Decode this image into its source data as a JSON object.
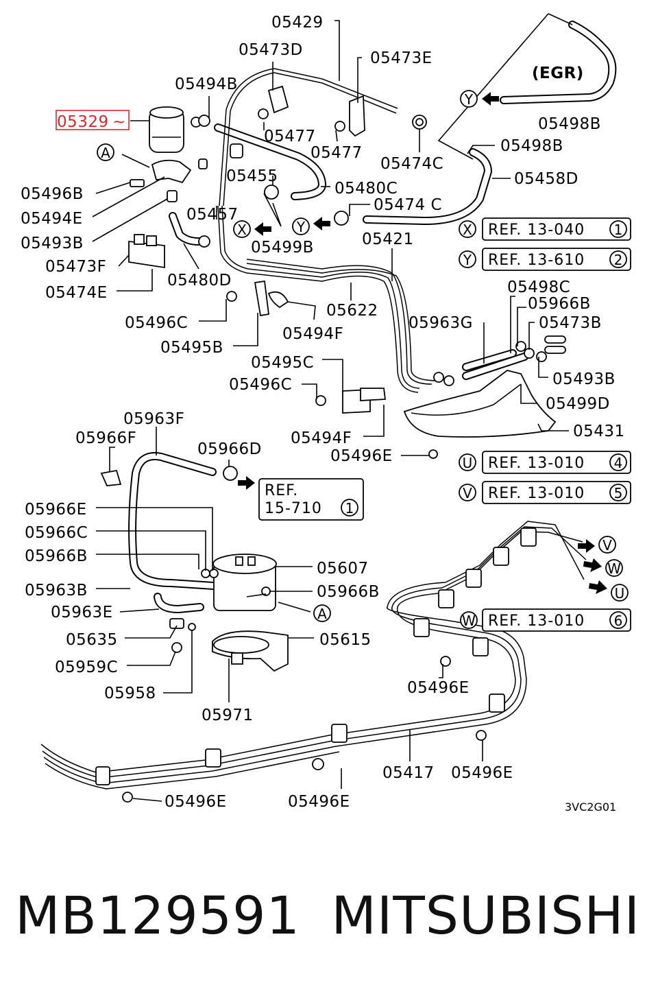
{
  "diagram": {
    "highlight_color": "#d9292f",
    "highlighted_part": "05329",
    "egr_label": "(EGR)",
    "code": "3VC2G01",
    "parts": [
      {
        "id": "p05429",
        "text": "05429"
      },
      {
        "id": "p05473D",
        "text": "05473D"
      },
      {
        "id": "p05473E",
        "text": "05473E"
      },
      {
        "id": "p05494B",
        "text": "05494B"
      },
      {
        "id": "p05477a",
        "text": "05477"
      },
      {
        "id": "p05477b",
        "text": "05477"
      },
      {
        "id": "p05498B1",
        "text": "05498B"
      },
      {
        "id": "p05498B2",
        "text": "05498B"
      },
      {
        "id": "p05474C1",
        "text": "05474C"
      },
      {
        "id": "p05455",
        "text": "05455"
      },
      {
        "id": "p05458D",
        "text": "05458D"
      },
      {
        "id": "p05496B",
        "text": "05496B"
      },
      {
        "id": "p05480C",
        "text": "05480C"
      },
      {
        "id": "p05494E",
        "text": "05494E"
      },
      {
        "id": "p05457",
        "text": "05457"
      },
      {
        "id": "p05474C2",
        "text": "05474 C"
      },
      {
        "id": "p05493B1",
        "text": "05493B"
      },
      {
        "id": "p05499B",
        "text": "05499B"
      },
      {
        "id": "p05421",
        "text": "05421"
      },
      {
        "id": "p05473F",
        "text": "05473F"
      },
      {
        "id": "p05480D",
        "text": "05480D"
      },
      {
        "id": "p05474E",
        "text": "05474E"
      },
      {
        "id": "p05498C",
        "text": "05498C"
      },
      {
        "id": "p05622",
        "text": "05622"
      },
      {
        "id": "p05966B1",
        "text": "05966B"
      },
      {
        "id": "p05496C1",
        "text": "05496C"
      },
      {
        "id": "p05963G",
        "text": "05963G"
      },
      {
        "id": "p05473B",
        "text": "05473B"
      },
      {
        "id": "p05494F1",
        "text": "05494F"
      },
      {
        "id": "p05495B",
        "text": "05495B"
      },
      {
        "id": "p05495C",
        "text": "05495C"
      },
      {
        "id": "p05493B2",
        "text": "05493B"
      },
      {
        "id": "p05496C2",
        "text": "05496C"
      },
      {
        "id": "p05499D",
        "text": "05499D"
      },
      {
        "id": "p05431",
        "text": "05431"
      },
      {
        "id": "p05963F",
        "text": "05963F"
      },
      {
        "id": "p05494F2",
        "text": "05494F"
      },
      {
        "id": "p05966F",
        "text": "05966F"
      },
      {
        "id": "p05966D",
        "text": "05966D"
      },
      {
        "id": "p05496E1",
        "text": "05496E"
      },
      {
        "id": "p05966E",
        "text": "05966E"
      },
      {
        "id": "p05966C",
        "text": "05966C"
      },
      {
        "id": "p05966B2",
        "text": "05966B"
      },
      {
        "id": "p05607",
        "text": "05607"
      },
      {
        "id": "p05963B",
        "text": "05963B"
      },
      {
        "id": "p05966B3",
        "text": "05966B"
      },
      {
        "id": "p05963E",
        "text": "05963E"
      },
      {
        "id": "p05635",
        "text": "05635"
      },
      {
        "id": "p05615",
        "text": "05615"
      },
      {
        "id": "p05959C",
        "text": "05959C"
      },
      {
        "id": "p05496E2",
        "text": "05496E"
      },
      {
        "id": "p05958",
        "text": "05958"
      },
      {
        "id": "p05971",
        "text": "05971"
      },
      {
        "id": "p05417",
        "text": "05417"
      },
      {
        "id": "p05496E3",
        "text": "05496E"
      },
      {
        "id": "p05496E4",
        "text": "05496E"
      },
      {
        "id": "p05496E5",
        "text": "05496E"
      }
    ],
    "markers": [
      {
        "id": "mA1",
        "text": "A"
      },
      {
        "id": "mA2",
        "text": "A"
      },
      {
        "id": "mY1",
        "text": "Y"
      },
      {
        "id": "mX1",
        "text": "X"
      },
      {
        "id": "mY2",
        "text": "Y"
      },
      {
        "id": "mV1",
        "text": "V"
      },
      {
        "id": "mW1",
        "text": "W"
      },
      {
        "id": "mU1",
        "text": "U"
      }
    ],
    "refs": [
      {
        "id": "rX",
        "marker": "X",
        "text": "REF. 13-040",
        "num": "1"
      },
      {
        "id": "rY",
        "marker": "Y",
        "text": "REF. 13-610",
        "num": "2"
      },
      {
        "id": "rU",
        "marker": "U",
        "text": "REF. 13-010",
        "num": "4"
      },
      {
        "id": "rV",
        "marker": "V",
        "text": "REF. 13-010",
        "num": "5"
      },
      {
        "id": "rW",
        "marker": "W",
        "text": "REF. 13-010",
        "num": "6"
      }
    ],
    "ref_box": {
      "line1": "REF.",
      "line2": "15-710",
      "num": "1"
    }
  },
  "footer": {
    "part_number": "MB129591",
    "brand": "MITSUBISHI"
  }
}
